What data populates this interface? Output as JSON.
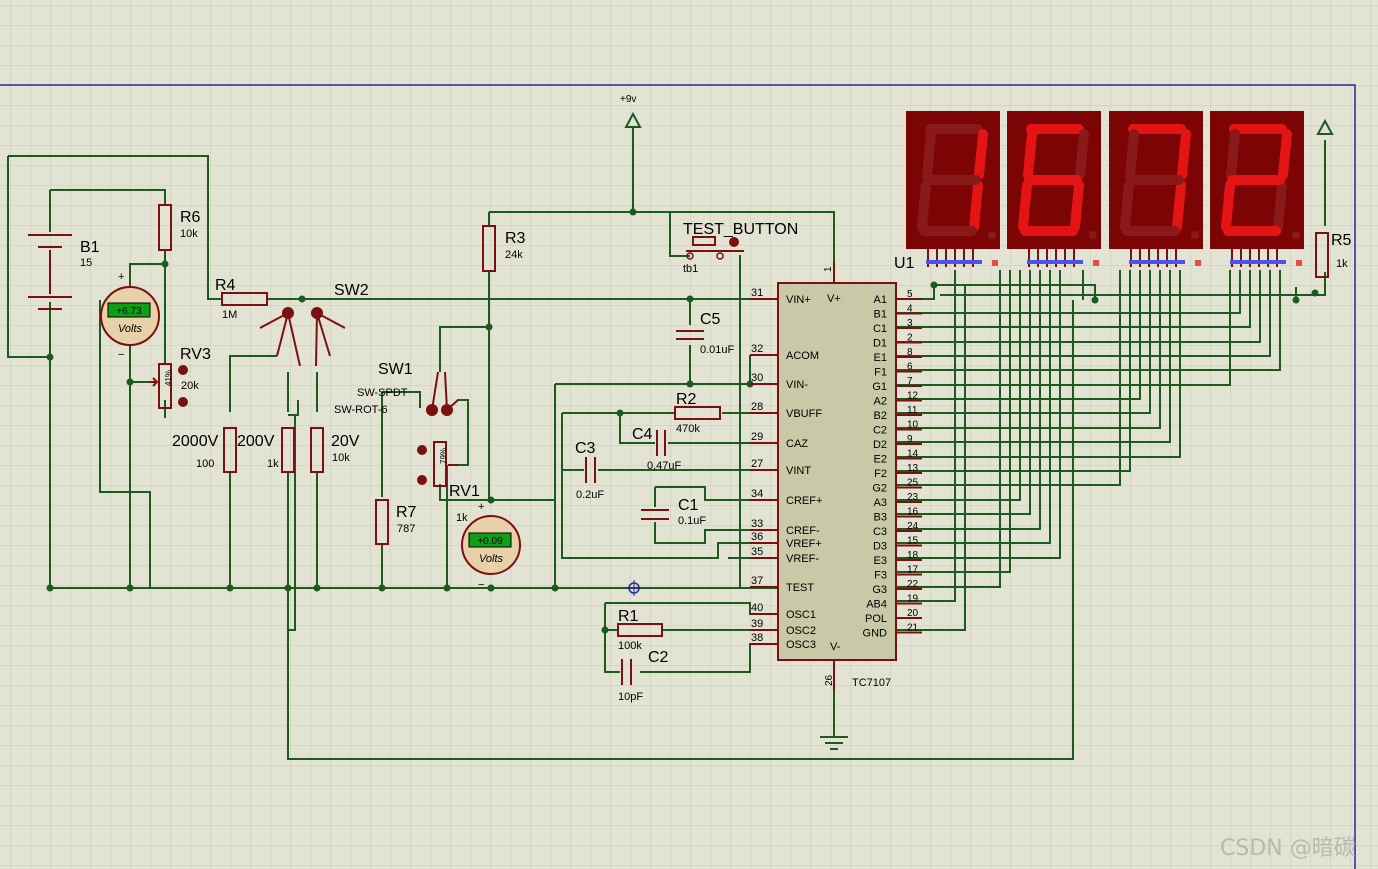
{
  "power": {
    "vcc_label": "+9v"
  },
  "battery": {
    "ref": "B1",
    "value": "15"
  },
  "resistors": [
    {
      "key": "r6",
      "ref": "R6",
      "value": "10k"
    },
    {
      "key": "r4",
      "ref": "R4",
      "value": "1M"
    },
    {
      "key": "r3",
      "ref": "R3",
      "value": "24k"
    },
    {
      "key": "r2",
      "ref": "R2",
      "value": "470k"
    },
    {
      "key": "r7",
      "ref": "R7",
      "value": "787"
    },
    {
      "key": "r1",
      "ref": "R1",
      "value": "100k"
    },
    {
      "key": "r5",
      "ref": "R5",
      "value": "1k"
    },
    {
      "key": "r2000",
      "ref": "2000V",
      "value": "100"
    },
    {
      "key": "r200",
      "ref": "200V",
      "value": "1k"
    },
    {
      "key": "r20",
      "ref": "20V",
      "value": "10k"
    }
  ],
  "pots": [
    {
      "key": "rv3",
      "ref": "RV3",
      "value": "20k",
      "percent": "41%"
    },
    {
      "key": "rv1",
      "ref": "RV1",
      "value": "1k",
      "percent": "79%"
    }
  ],
  "capacitors": [
    {
      "key": "c5",
      "ref": "C5",
      "value": "0.01uF"
    },
    {
      "key": "c4",
      "ref": "C4",
      "value": "0.47uF"
    },
    {
      "key": "c3",
      "ref": "C3",
      "value": "0.2uF"
    },
    {
      "key": "c1",
      "ref": "C1",
      "value": "0.1uF"
    },
    {
      "key": "c2",
      "ref": "C2",
      "value": "10pF"
    }
  ],
  "switches": {
    "sw2": {
      "ref": "SW2"
    },
    "sw1": {
      "ref": "SW1",
      "type1": "SW-SPDT",
      "type2": "SW-ROT-6"
    },
    "test_button": {
      "ref": "TEST_BUTTON",
      "value": "tb1"
    }
  },
  "voltmeters": [
    {
      "key": "vm1",
      "reading": "+6.73",
      "unit": "Volts",
      "plus": "+",
      "minus": "−"
    },
    {
      "key": "vm2",
      "reading": "+0.09",
      "unit": "Volts",
      "plus": "+",
      "minus": "−"
    }
  ],
  "chip": {
    "ref": "U1",
    "part": "TC7107",
    "top_pin": {
      "num": "1",
      "name": "V+"
    },
    "bottom_pin": {
      "num": "26",
      "name": "V-"
    },
    "left_pins": [
      {
        "num": "31",
        "name": "VIN+"
      },
      {
        "num": "32",
        "name": "ACOM"
      },
      {
        "num": "30",
        "name": "VIN-"
      },
      {
        "num": "28",
        "name": "VBUFF"
      },
      {
        "num": "29",
        "name": "CAZ"
      },
      {
        "num": "27",
        "name": "VINT"
      },
      {
        "num": "34",
        "name": "CREF+"
      },
      {
        "num": "33",
        "name": "CREF-"
      },
      {
        "num": "36",
        "name": "VREF+"
      },
      {
        "num": "35",
        "name": "VREF-"
      },
      {
        "num": "37",
        "name": "TEST"
      },
      {
        "num": "40",
        "name": "OSC1"
      },
      {
        "num": "39",
        "name": "OSC2"
      },
      {
        "num": "38",
        "name": "OSC3"
      }
    ],
    "right_pins": [
      {
        "num": "5",
        "name": "A1"
      },
      {
        "num": "4",
        "name": "B1"
      },
      {
        "num": "3",
        "name": "C1"
      },
      {
        "num": "2",
        "name": "D1"
      },
      {
        "num": "8",
        "name": "E1"
      },
      {
        "num": "6",
        "name": "F1"
      },
      {
        "num": "7",
        "name": "G1"
      },
      {
        "num": "12",
        "name": "A2"
      },
      {
        "num": "11",
        "name": "B2"
      },
      {
        "num": "10",
        "name": "C2"
      },
      {
        "num": "9",
        "name": "D2"
      },
      {
        "num": "14",
        "name": "E2"
      },
      {
        "num": "13",
        "name": "F2"
      },
      {
        "num": "25",
        "name": "G2"
      },
      {
        "num": "23",
        "name": "A3"
      },
      {
        "num": "16",
        "name": "B3"
      },
      {
        "num": "24",
        "name": "C3"
      },
      {
        "num": "15",
        "name": "D3"
      },
      {
        "num": "18",
        "name": "E3"
      },
      {
        "num": "17",
        "name": "F3"
      },
      {
        "num": "22",
        "name": "G3"
      },
      {
        "num": "19",
        "name": "AB4"
      },
      {
        "num": "20",
        "name": "POL"
      },
      {
        "num": "21",
        "name": "GND"
      }
    ]
  },
  "display": {
    "digits": [
      "1",
      "6",
      "7",
      "2"
    ]
  },
  "colors": {
    "wire": "#1d5a1d",
    "component": "#7a1010",
    "segment_on": "#e41414",
    "segment_off": "#8a1a1a",
    "display_bg": "#7c0404",
    "meter_screen": "#0f9f17",
    "grid": "#c9c9b9",
    "background": "#e3e3d3"
  },
  "watermark": "CSDN @暗碳"
}
